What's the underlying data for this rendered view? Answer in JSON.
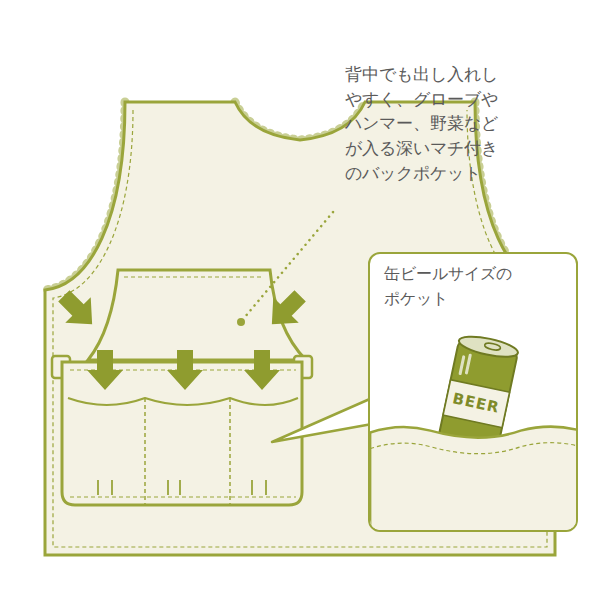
{
  "diagram": {
    "nodes": [
      {
        "text": [
          "缶ビールサイズの ポケット"
        ]
      }
    ],
    "labels": [
      "背中でも出し入れし やすく、グローブや ハンマー、野菜など が入る深いマチ付き のバックポケット",
      "BEER"
    ]
  }
}
